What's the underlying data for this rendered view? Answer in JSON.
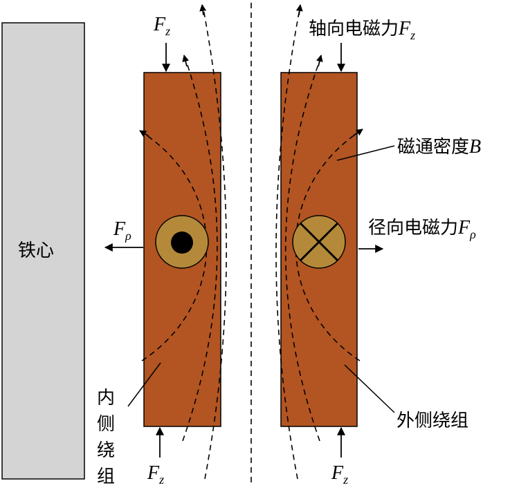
{
  "labels": {
    "iron_core": "铁心",
    "axial_force": "轴向电磁力",
    "flux_density": "磁通密度",
    "radial_force": "径向电磁力",
    "inner_winding_chars": [
      "内",
      "侧",
      "绕",
      "组"
    ],
    "outer_winding": "外侧绕组"
  },
  "symbols": {
    "F": "F",
    "z": "z",
    "rho": "ρ",
    "B": "B"
  },
  "colors": {
    "core_fill": "#d4d4d4",
    "winding_fill": "#b25522",
    "conductor_ring": "#b48a3a",
    "conductor_dot": "#000000",
    "line": "#000000"
  },
  "icons": {
    "current_out": "dot-in-circle-icon",
    "current_in": "cross-in-circle-icon"
  }
}
